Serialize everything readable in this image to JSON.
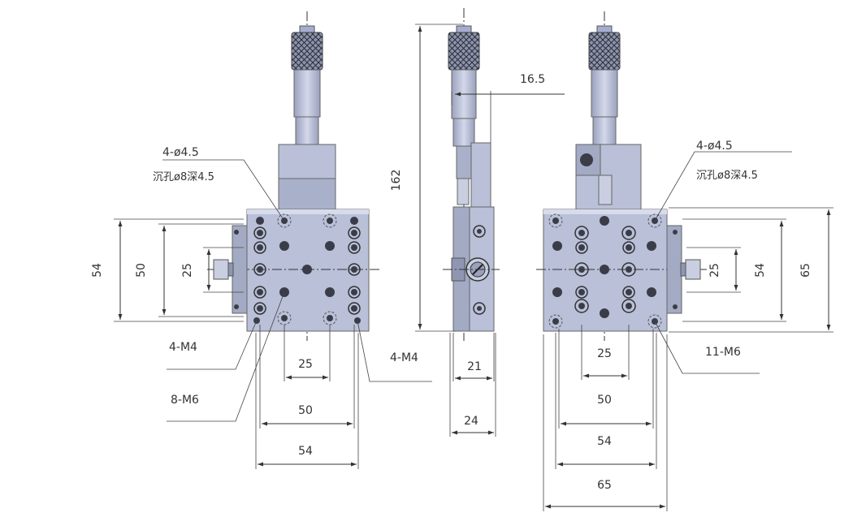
{
  "colors": {
    "body": "#b9c0d8",
    "body_dark": "#8f96b2",
    "body_light": "#d7dcec",
    "line": "#333333",
    "hole": "#3a3d48"
  },
  "labels": {
    "left_holes_a": "4-ø4.5",
    "left_holes_b": "沉孔ø8深4.5",
    "right_holes_a": "4-ø4.5",
    "right_holes_b": "沉孔ø8深4.5",
    "left_m4_a": "4-M4",
    "left_m4_b": "4-M4",
    "left_m6": "8-M6",
    "right_m6": "11-M6"
  },
  "dimensions": {
    "left_v_54": "54",
    "left_v_50": "50",
    "left_v_25": "25",
    "left_h_25": "25",
    "left_h_50": "50",
    "left_h_54": "54",
    "side_162": "162",
    "side_16_5": "16.5",
    "side_21": "21",
    "side_24": "24",
    "right_v_25": "25",
    "right_v_54": "54",
    "right_v_65": "65",
    "right_h_25": "25",
    "right_h_50": "50",
    "right_h_54": "54",
    "right_h_65": "65"
  }
}
